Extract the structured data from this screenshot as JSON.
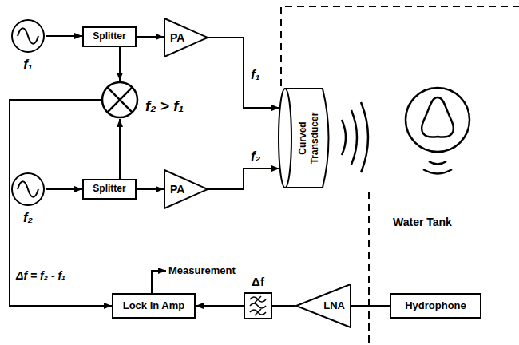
{
  "diagram": {
    "nodes": [
      {
        "text": [
          "f₁"
        ]
      },
      {
        "text": [
          "Splitter"
        ]
      },
      {
        "text": [
          "PA"
        ]
      },
      {
        "text": [
          "f₂ > f₁"
        ]
      },
      {
        "text": [
          "f₂"
        ]
      },
      {
        "text": [
          "Splitter"
        ]
      },
      {
        "text": [
          "PA"
        ]
      },
      {
        "text": [
          "Curved Transducer"
        ]
      },
      {
        "text": [
          "Water Tank"
        ]
      },
      {
        "text": [
          "Hydrophone"
        ],
        "in": 8
      },
      {
        "text": [
          "LNA"
        ]
      },
      {
        "text": [
          "Δf"
        ]
      },
      {
        "text": [
          "Lock In Amp"
        ]
      }
    ],
    "edges": [
      {
        "from": 0,
        "to": 1,
        "arrow": "to"
      },
      {
        "from": 1,
        "to": 2,
        "arrow": "to"
      },
      {
        "from": 1,
        "to": 3,
        "arrow": "to"
      },
      {
        "from": 4,
        "to": 5,
        "arrow": "to"
      },
      {
        "from": 5,
        "to": 3,
        "arrow": "to"
      },
      {
        "from": 5,
        "to": 6,
        "arrow": "to"
      },
      {
        "from": 2,
        "to": 7,
        "label": "f₁",
        "arrow": "to"
      },
      {
        "from": 6,
        "to": 7,
        "label": "f₂",
        "arrow": "to"
      },
      {
        "from": 3,
        "to": 12,
        "label": "Δf = f₂ - f₁",
        "arrow": "to"
      },
      {
        "from": 9,
        "to": 10,
        "arrow": "none"
      },
      {
        "from": 10,
        "to": 11,
        "arrow": "none"
      },
      {
        "from": 11,
        "to": 12,
        "arrow": "to"
      }
    ],
    "labels": [
      "Measurement"
    ]
  }
}
